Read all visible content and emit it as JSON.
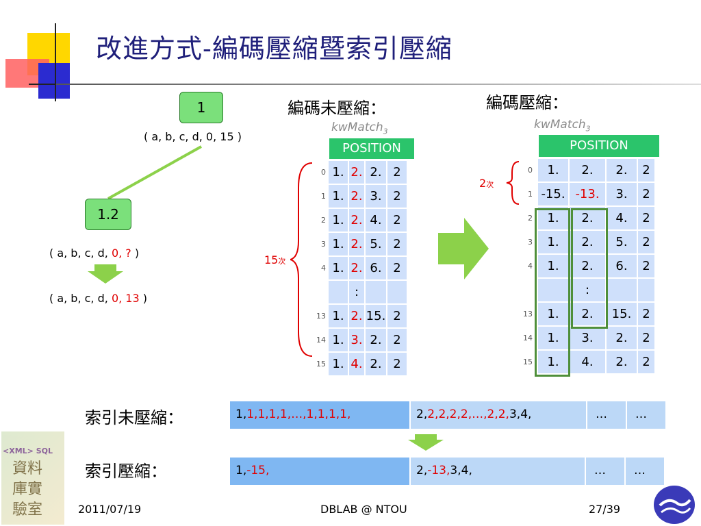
{
  "title": "改進方式-編碼壓縮暨索引壓縮",
  "tree": {
    "root_label": "1",
    "root_tuple": "( a, b, c, d, 0, 15 )",
    "child_label": "1.2",
    "child_tuple_prefix": "( a, b, c, d, ",
    "child_tuple_red": "0, ?",
    "child_tuple_suffix": " )",
    "result_tuple_prefix": "( a, b, c, d, ",
    "result_tuple_red": "0, 13",
    "result_tuple_suffix": " )"
  },
  "uncompressed": {
    "heading": "編碼未壓縮：",
    "kw": "kwMatch",
    "kw_sub": "3",
    "position_header": "POSITION",
    "count_num": "15",
    "count_unit": "次",
    "rows": [
      {
        "idx": "0",
        "c1": "1.",
        "c2": "2.",
        "c3": "2.",
        "c4": "2"
      },
      {
        "idx": "1",
        "c1": "1.",
        "c2": "2.",
        "c3": "3.",
        "c4": "2"
      },
      {
        "idx": "2",
        "c1": "1.",
        "c2": "2.",
        "c3": "4.",
        "c4": "2"
      },
      {
        "idx": "3",
        "c1": "1.",
        "c2": "2.",
        "c3": "5.",
        "c4": "2"
      },
      {
        "idx": "4",
        "c1": "1.",
        "c2": "2.",
        "c3": "6.",
        "c4": "2"
      },
      {
        "idx": "",
        "c1": "",
        "c2": ":",
        "c3": "",
        "c4": ""
      },
      {
        "idx": "13",
        "c1": "1.",
        "c2": "2.",
        "c3": "15.",
        "c4": "2"
      },
      {
        "idx": "14",
        "c1": "1.",
        "c2": "3.",
        "c3": "2.",
        "c4": "2"
      },
      {
        "idx": "15",
        "c1": "1.",
        "c2": "4.",
        "c3": "2.",
        "c4": "2"
      }
    ]
  },
  "compressed": {
    "heading": "編碼壓縮：",
    "kw": "kwMatch",
    "kw_sub": "3",
    "position_header": "POSITION",
    "count_num": "2",
    "count_unit": "次",
    "rows": [
      {
        "idx": "0",
        "c1": "1.",
        "c2": "2.",
        "c3": "2.",
        "c4": "2"
      },
      {
        "idx": "1",
        "c1": "-15.",
        "c2": "-13.",
        "c3": "3.",
        "c4": "2"
      },
      {
        "idx": "2",
        "c1": "1.",
        "c2": "2.",
        "c3": "4.",
        "c4": "2"
      },
      {
        "idx": "3",
        "c1": "1.",
        "c2": "2.",
        "c3": "5.",
        "c4": "2"
      },
      {
        "idx": "4",
        "c1": "1.",
        "c2": "2.",
        "c3": "6.",
        "c4": "2"
      },
      {
        "idx": "",
        "c1": "",
        "c2": ":",
        "c3": "",
        "c4": ""
      },
      {
        "idx": "13",
        "c1": "1.",
        "c2": "2.",
        "c3": "15.",
        "c4": "2"
      },
      {
        "idx": "14",
        "c1": "1.",
        "c2": "3.",
        "c3": "2.",
        "c4": "2"
      },
      {
        "idx": "15",
        "c1": "1.",
        "c2": "4.",
        "c3": "2.",
        "c4": "2"
      }
    ]
  },
  "index_uncompressed": {
    "label": "索引未壓縮：",
    "seg1_a": "1,",
    "seg1_red": "1,1,1,1,…,1,1,1,1,",
    "seg2_a": "2,",
    "seg2_red": "2,2,2,2,…,2,2,",
    "seg2_b": "3,4,",
    "seg3": "…",
    "seg4": "…"
  },
  "index_compressed": {
    "label": "索引壓縮：",
    "seg1_a": "1,",
    "seg1_red": "-15,",
    "seg2_a": "2,",
    "seg2_red": "-13,",
    "seg2_b": "3,4,",
    "seg3": "…",
    "seg4": "…"
  },
  "footer": {
    "date": "2011/07/19",
    "center": "DBLAB @ NTOU",
    "page": "27/39",
    "lab_logo_text": "資料庫實驗室",
    "lab_logo_tags": "<XML> SQL"
  },
  "colors": {
    "title": "#1f1f7a",
    "node": "#7be07b",
    "position_header": "#2bc46b",
    "cell": "#cfe0fb",
    "highlight_red": "#e00000",
    "arrow_green": "#8cd14a"
  }
}
